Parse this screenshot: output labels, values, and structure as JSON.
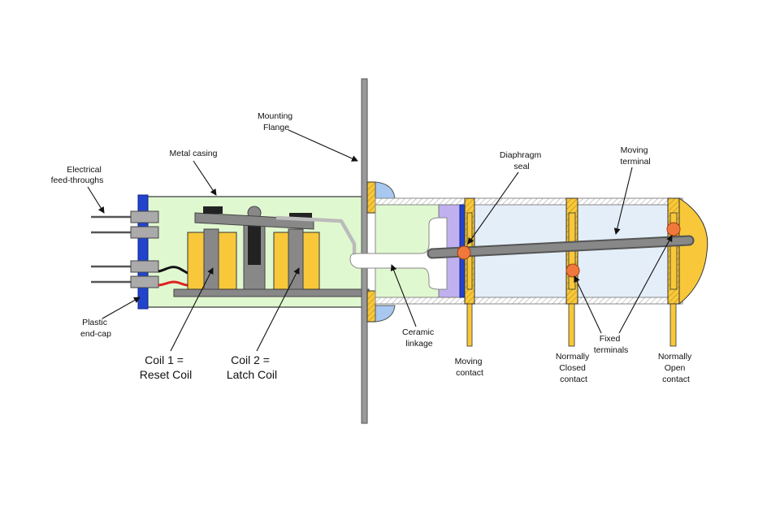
{
  "labels": {
    "feedthroughs": [
      "Electrical",
      "feed-throughs"
    ],
    "metal_casing": "Metal casing",
    "mounting_flange": [
      "Mounting",
      "Flange"
    ],
    "diaphragm_seal": [
      "Diaphragm",
      "seal"
    ],
    "moving_terminal": [
      "Moving",
      "terminal"
    ],
    "plastic_endcap": [
      "Plastic",
      "end-cap"
    ],
    "coil1": [
      "Coil 1 =",
      "Reset Coil"
    ],
    "coil2": [
      "Coil 2 =",
      "Latch Coil"
    ],
    "ceramic_linkage": [
      "Ceramic",
      "linkage"
    ],
    "moving_contact": [
      "Moving",
      "contact"
    ],
    "fixed_terminals": [
      "Fixed",
      "terminals"
    ],
    "nc_contact": [
      "Normally",
      "Closed",
      "contact"
    ],
    "no_contact": [
      "Normally",
      "Open",
      "contact"
    ]
  },
  "colors": {
    "casing_fill": "#e0f8d0",
    "vacuum_fill": "#e4eef9",
    "coil_yellow": "#f8c83a",
    "core_grey": "#888888",
    "endcap_blue": "#2244cc",
    "contact_orange": "#f0783c",
    "dome_blue": "#a8c8f0",
    "diaphragm_purple": "#c0b0f0",
    "wire_red": "#e02020"
  }
}
